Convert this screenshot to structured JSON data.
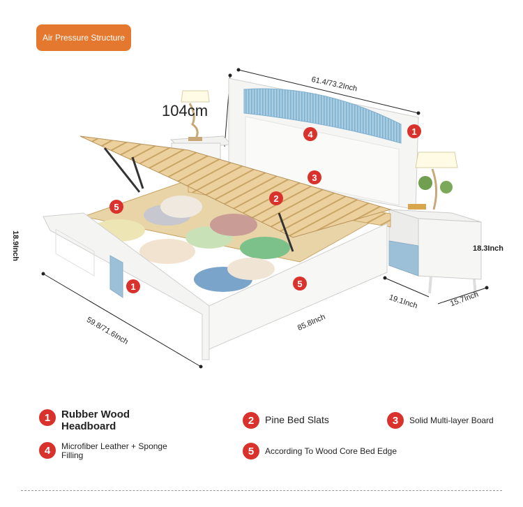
{
  "badge": {
    "label": "Air Pressure Structure"
  },
  "dimensions": {
    "width_top": "61.4/73.2Inch",
    "headboard_height": "104cm",
    "bed_height": "18.9Inch",
    "bed_width_front": "59.8/71.6Inch",
    "bed_length": "85.8Inch",
    "nightstand_height": "18.3Inch",
    "nightstand_width": "19.1Inch",
    "nightstand_depth": "15.7Inch"
  },
  "callouts": {
    "n1": "1",
    "n2": "2",
    "n3": "3",
    "n4": "4",
    "n5": "5"
  },
  "legend": [
    {
      "num": "1",
      "text": "Rubber Wood Headboard"
    },
    {
      "num": "2",
      "text": "Pine Bed Slats"
    },
    {
      "num": "3",
      "text": "Solid Multi-layer Board"
    },
    {
      "num": "4",
      "text": "Microfiber Leather + Sponge Filling"
    },
    {
      "num": "5",
      "text": "According To Wood Core Bed Edge"
    }
  ],
  "colors": {
    "accent_orange": "#e4782e",
    "callout_red": "#d9312b",
    "headboard_blue": "#8fb9d6",
    "wood": "#e8c98f",
    "frame_white": "#f4f4f2"
  }
}
